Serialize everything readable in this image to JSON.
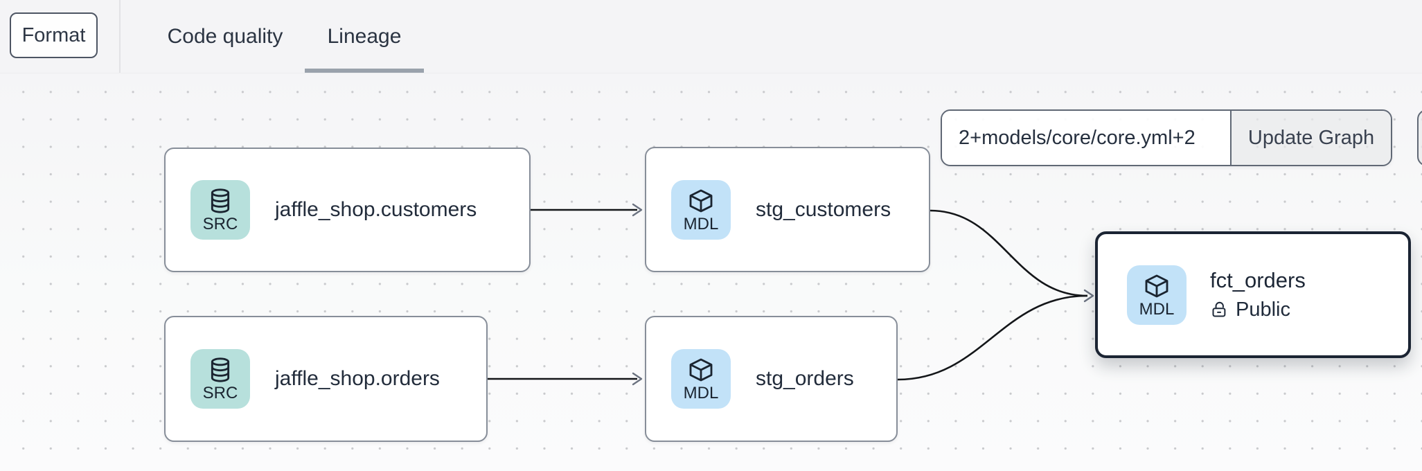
{
  "header": {
    "format_button": "Format",
    "tabs": [
      {
        "label": "Code quality",
        "active": false
      },
      {
        "label": "Lineage",
        "active": true
      }
    ]
  },
  "graph_controls": {
    "selector_input_value": "2+models/core/core.yml+2",
    "update_graph_button": "Update Graph"
  },
  "lineage": {
    "nodes": [
      {
        "label": "jaffle_shop.customers",
        "badge": "SRC",
        "icon": "database-icon",
        "selected": false
      },
      {
        "label": "stg_customers",
        "badge": "MDL",
        "icon": "cube-icon",
        "selected": false
      },
      {
        "label": "jaffle_shop.orders",
        "badge": "SRC",
        "icon": "database-icon",
        "selected": false
      },
      {
        "label": "stg_orders",
        "badge": "MDL",
        "icon": "cube-icon",
        "selected": false
      },
      {
        "label": "fct_orders",
        "badge": "MDL",
        "icon": "cube-icon",
        "visibility": "Public",
        "selected": true
      }
    ],
    "edges": [
      {
        "from": "jaffle_shop.customers",
        "to": "stg_customers"
      },
      {
        "from": "jaffle_shop.orders",
        "to": "stg_orders"
      },
      {
        "from": "stg_customers",
        "to": "fct_orders"
      },
      {
        "from": "stg_orders",
        "to": "fct_orders"
      }
    ]
  },
  "colors": {
    "src_badge": "#b7e0dc",
    "mdl_badge": "#c2e2f8",
    "node_border": "#878e99",
    "selected_node_border": "#1b2433",
    "edge_line": "#141619",
    "tab_underline": "#9aa2ac",
    "header_background": "#f4f4f6",
    "canvas_background": "#f7f8f9"
  }
}
